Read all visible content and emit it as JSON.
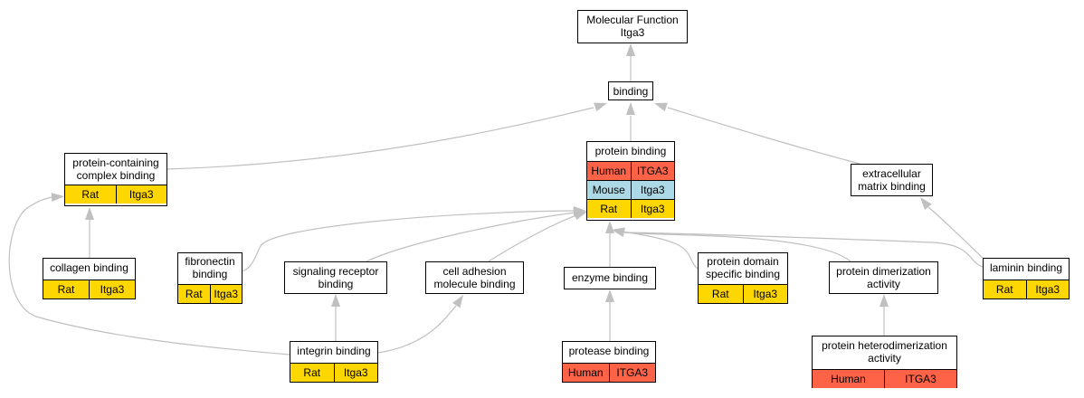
{
  "colors": {
    "human": "#ff6347",
    "mouse": "#add8e6",
    "rat": "#ffd700",
    "edge": "#c0c0c0",
    "node_border": "#000000",
    "node_bg": "#ffffff"
  },
  "nodes": {
    "root": {
      "lines": [
        "Molecular Function",
        "Itga3"
      ],
      "rows": []
    },
    "binding": {
      "lines": [
        "binding"
      ],
      "rows": []
    },
    "protein_binding": {
      "lines": [
        "protein binding"
      ],
      "rows": [
        {
          "species": "Human",
          "gene": "ITGA3",
          "color": "human"
        },
        {
          "species": "Mouse",
          "gene": "Itga3",
          "color": "mouse"
        },
        {
          "species": "Rat",
          "gene": "Itga3",
          "color": "rat"
        }
      ]
    },
    "protein_complex": {
      "lines": [
        "protein-containing",
        "complex binding"
      ],
      "rows": [
        {
          "species": "Rat",
          "gene": "Itga3",
          "color": "rat"
        }
      ]
    },
    "extracellular": {
      "lines": [
        "extracellular",
        "matrix binding"
      ],
      "rows": []
    },
    "collagen": {
      "lines": [
        "collagen binding"
      ],
      "rows": [
        {
          "species": "Rat",
          "gene": "Itga3",
          "color": "rat"
        }
      ]
    },
    "fibronectin": {
      "lines": [
        "fibronectin",
        "binding"
      ],
      "rows": [
        {
          "species": "Rat",
          "gene": "Itga3",
          "color": "rat"
        }
      ]
    },
    "signaling": {
      "lines": [
        "signaling receptor",
        "binding"
      ],
      "rows": []
    },
    "cell_adhesion": {
      "lines": [
        "cell adhesion",
        "molecule binding"
      ],
      "rows": []
    },
    "enzyme": {
      "lines": [
        "enzyme binding"
      ],
      "rows": []
    },
    "protein_domain": {
      "lines": [
        "protein domain",
        "specific binding"
      ],
      "rows": [
        {
          "species": "Rat",
          "gene": "Itga3",
          "color": "rat"
        }
      ]
    },
    "dimerization": {
      "lines": [
        "protein dimerization",
        "activity"
      ],
      "rows": []
    },
    "laminin": {
      "lines": [
        "laminin binding"
      ],
      "rows": [
        {
          "species": "Rat",
          "gene": "Itga3",
          "color": "rat"
        }
      ]
    },
    "integrin": {
      "lines": [
        "integrin binding"
      ],
      "rows": [
        {
          "species": "Rat",
          "gene": "Itga3",
          "color": "rat"
        }
      ]
    },
    "protease": {
      "lines": [
        "protease binding"
      ],
      "rows": [
        {
          "species": "Human",
          "gene": "ITGA3",
          "color": "human"
        }
      ]
    },
    "heterodimerization": {
      "lines": [
        "protein heterodimerization",
        "activity"
      ],
      "rows": [
        {
          "species": "Human",
          "gene": "ITGA3",
          "color": "human"
        }
      ]
    }
  }
}
